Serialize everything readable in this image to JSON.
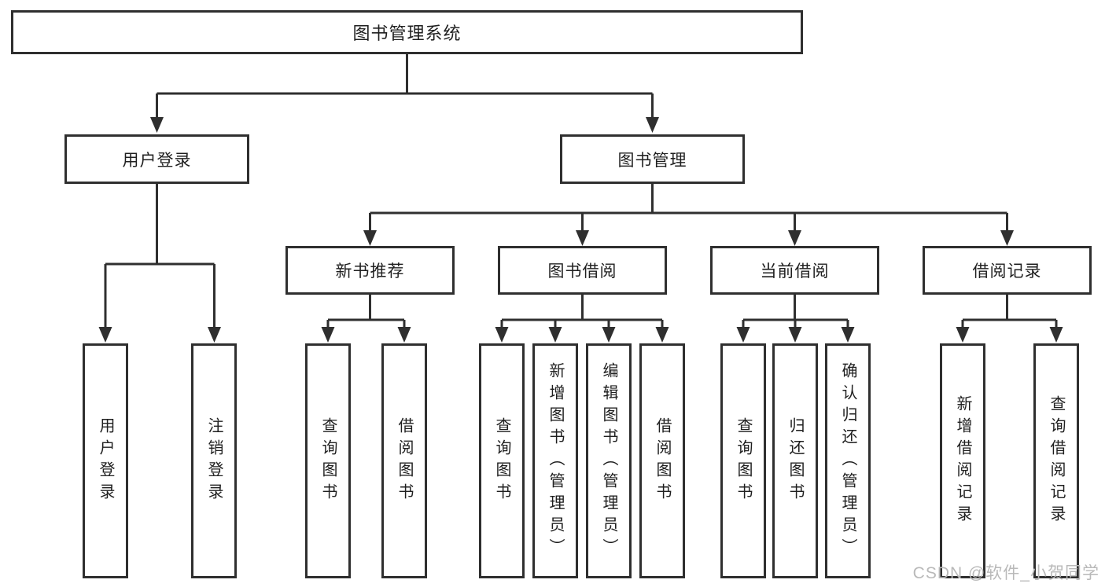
{
  "tree": {
    "root": {
      "label": "图书管理系统",
      "children": [
        {
          "label": "用户登录",
          "children": [
            {
              "label": "用户登录"
            },
            {
              "label": "注销登录"
            }
          ]
        },
        {
          "label": "图书管理",
          "children": [
            {
              "label": "新书推荐",
              "children": [
                {
                  "label": "查询图书"
                },
                {
                  "label": "借阅图书"
                }
              ]
            },
            {
              "label": "图书借阅",
              "children": [
                {
                  "label": "查询图书"
                },
                {
                  "label": "新增图书（管理员）"
                },
                {
                  "label": "编辑图书（管理员）"
                },
                {
                  "label": "借阅图书"
                }
              ]
            },
            {
              "label": "当前借阅",
              "children": [
                {
                  "label": "查询图书"
                },
                {
                  "label": "归还图书"
                },
                {
                  "label": "确认归还（管理员）"
                }
              ]
            },
            {
              "label": "借阅记录",
              "children": [
                {
                  "label": "新增借阅记录"
                },
                {
                  "label": "查询借阅记录"
                }
              ]
            }
          ]
        }
      ]
    }
  },
  "watermark": {
    "text": "CSDN @软件_小贺同学"
  },
  "colors": {
    "line": "#2f2f2f",
    "box_border": "#2f2f2f",
    "box_fill": "#ffffff",
    "text": "#1f1f1f",
    "watermark": "#b9b9b9"
  }
}
